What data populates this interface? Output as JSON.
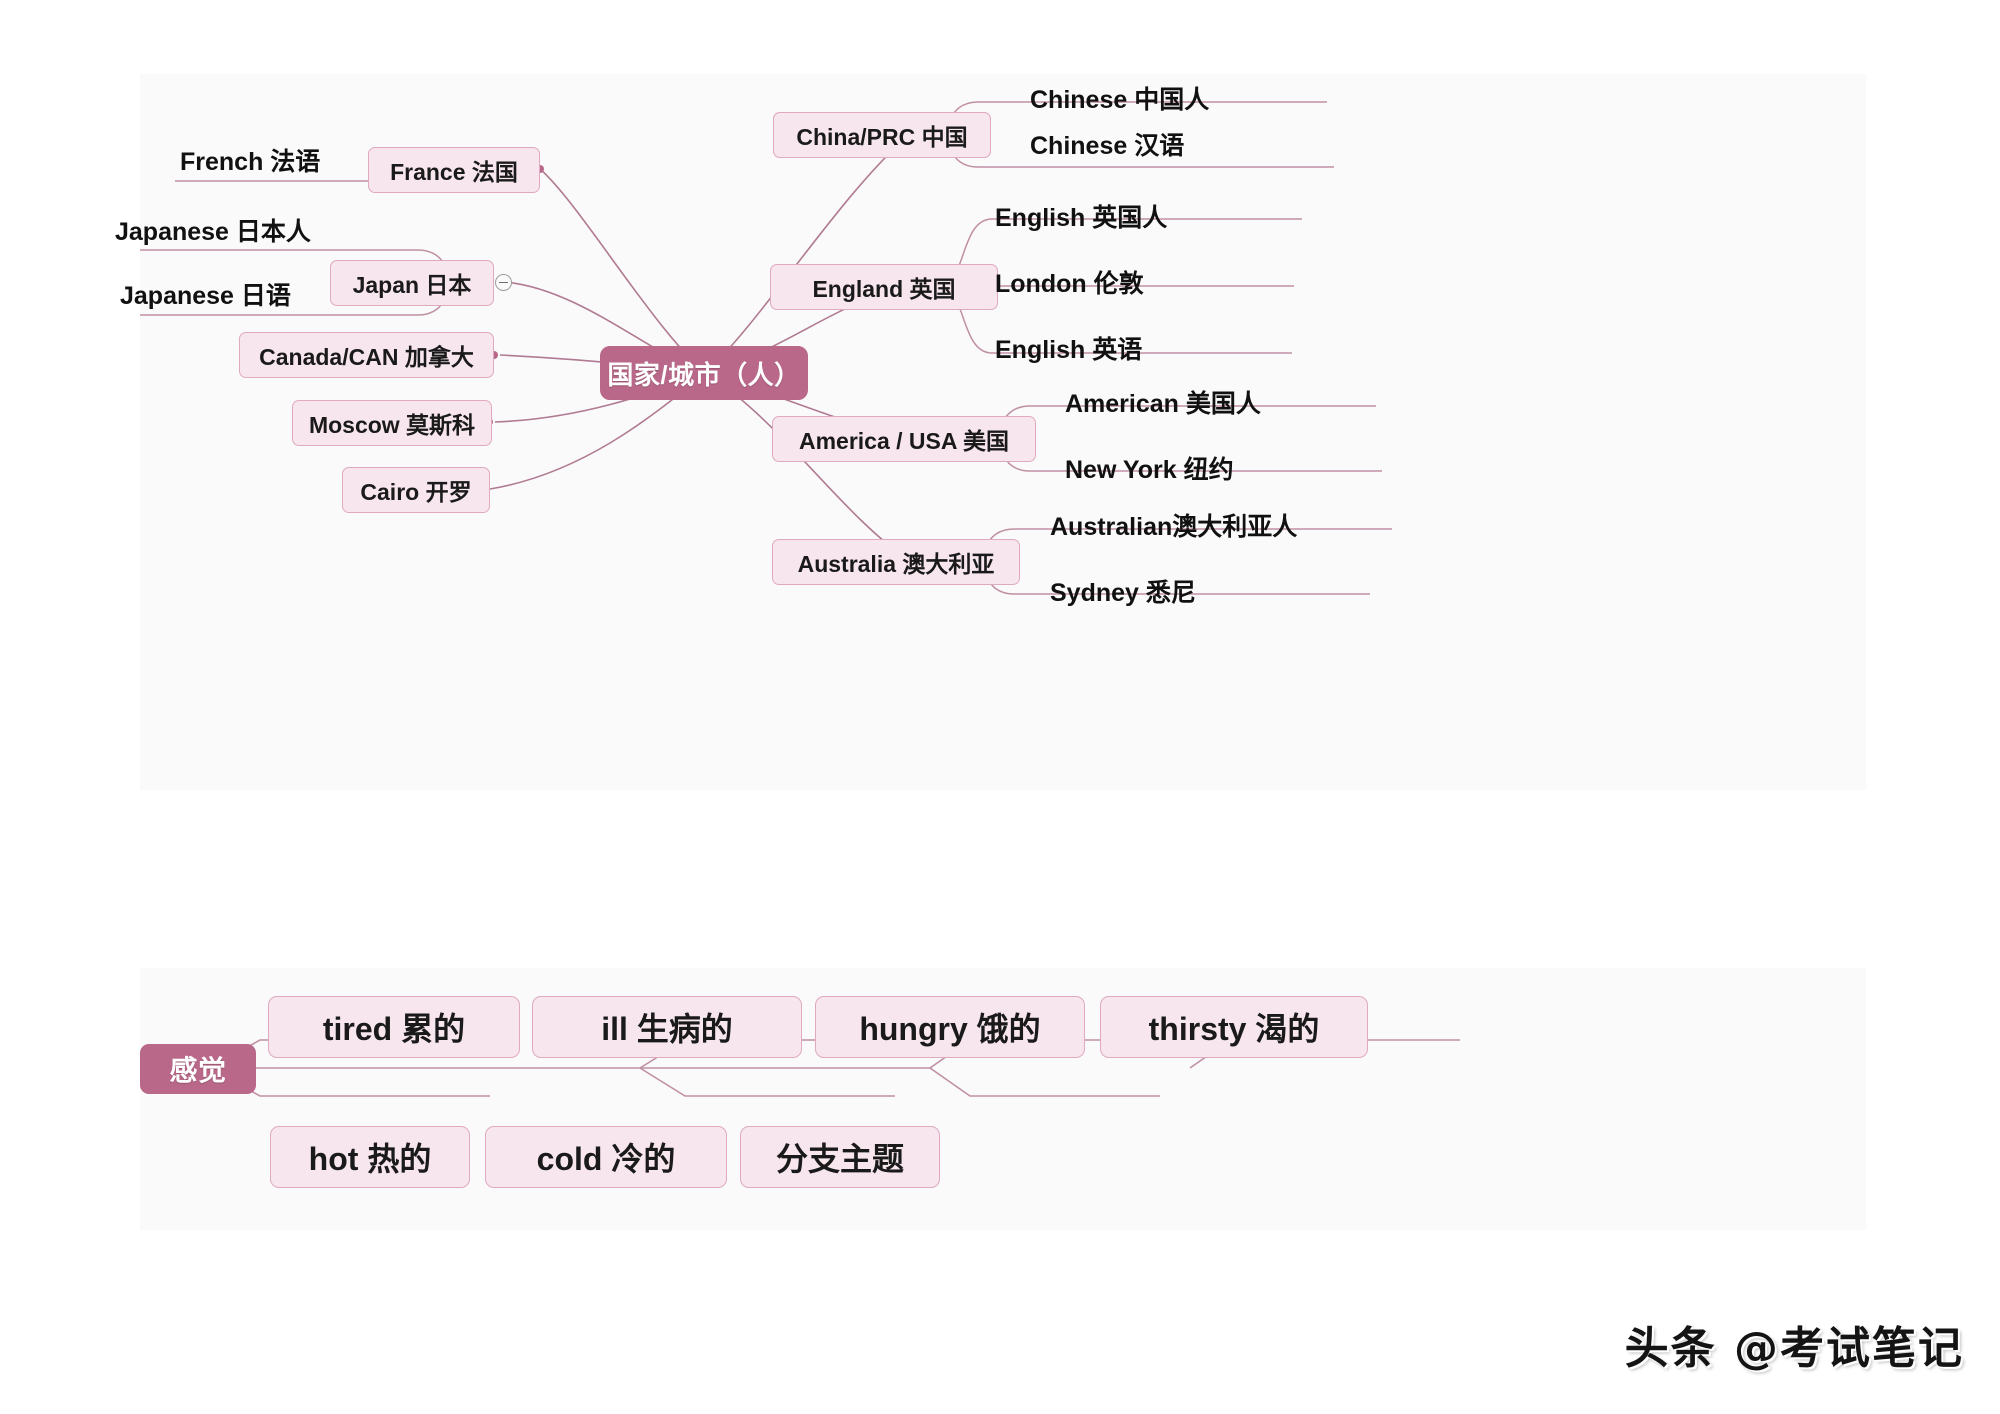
{
  "watermark": "头条 @考试笔记",
  "theme": {
    "canvas_bg": "#fafafa",
    "root_fill": "#b9688a",
    "root_text": "#ffffff",
    "branch_fill": "#f8e6ee",
    "branch_border": "#dfa9c0",
    "connector": "#b07a92",
    "leaf_text": "#111111"
  },
  "maps": [
    {
      "id": "countries",
      "root": {
        "label": "国家/城市（人）"
      },
      "right_branches": [
        {
          "label": "China/PRC  中国",
          "children": [
            {
              "label": "Chinese 中国人"
            },
            {
              "label": "Chinese   汉语"
            }
          ]
        },
        {
          "label": "England  英国",
          "children": [
            {
              "label": "English 英国人"
            },
            {
              "label": "London   伦敦"
            },
            {
              "label": "English   英语"
            }
          ]
        },
        {
          "label": "America  / USA  美国",
          "children": [
            {
              "label": "American 美国人"
            },
            {
              "label": "New  York   纽约"
            }
          ]
        },
        {
          "label": "Australia   澳大利亚",
          "children": [
            {
              "label": "Australian澳大利亚人"
            },
            {
              "label": "Sydney  悉尼"
            }
          ]
        }
      ],
      "left_branches": [
        {
          "label": "France  法国",
          "children": [
            {
              "label": "French    法语"
            }
          ]
        },
        {
          "label": "Japan   日本",
          "children": [
            {
              "label": "Japanese 日本人"
            },
            {
              "label": "Japanese   日语"
            }
          ]
        },
        {
          "label": "Canada/CAN  加拿大",
          "children": []
        },
        {
          "label": "Moscow  莫斯科",
          "children": []
        },
        {
          "label": "Cairo  开罗",
          "children": []
        }
      ]
    },
    {
      "id": "feelings",
      "root": {
        "label": "感觉"
      },
      "top_row": [
        {
          "label": "tired    累的"
        },
        {
          "label": "ill    生病的"
        },
        {
          "label": "hungry   饿的"
        },
        {
          "label": "thirsty  渴的"
        }
      ],
      "bottom_row": [
        {
          "label": "hot 热的"
        },
        {
          "label": "cold    冷的"
        },
        {
          "label": "分支主题"
        }
      ]
    }
  ]
}
